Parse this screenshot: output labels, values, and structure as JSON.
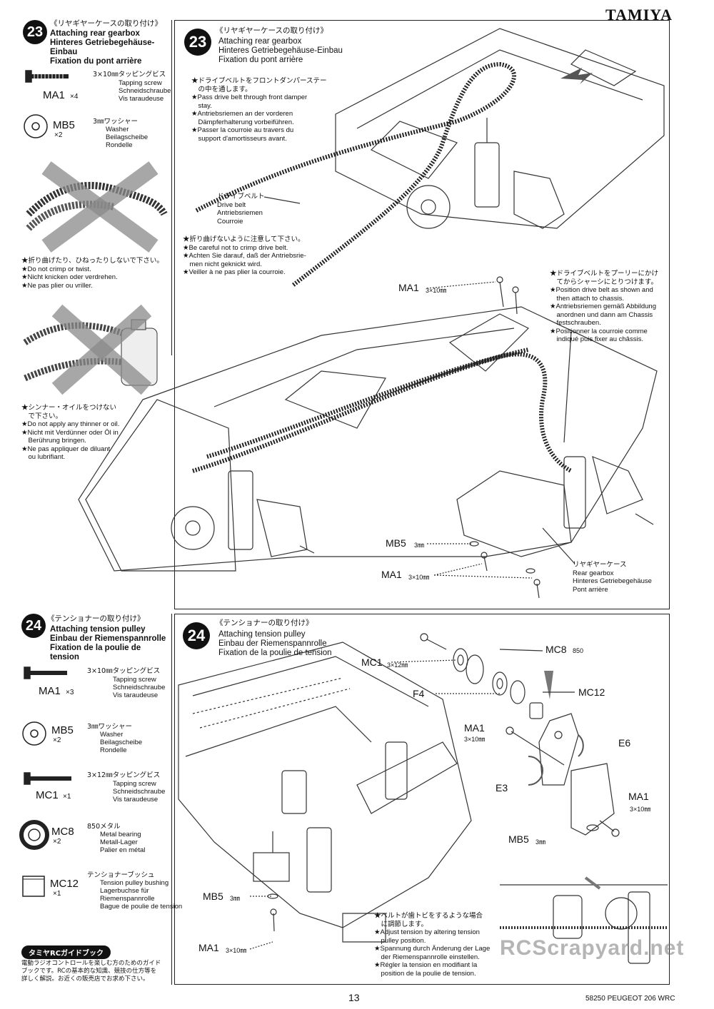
{
  "brand": "TAMIYA",
  "page_number": "13",
  "footer": "58250 PEUGEOT 206 WRC",
  "watermark": "RCScrapyard.net",
  "step23": {
    "number": "23",
    "title_jp": "《リヤギヤーケースの取り付け》",
    "title_en": "Attaching rear gearbox",
    "title_de": "Hinteres Getriebegehäuse-Einbau",
    "title_de_sidebar_1": "Hinteres Getriebegehäuse-",
    "title_de_sidebar_2": "Einbau",
    "title_fr": "Fixation du pont arrière",
    "parts": [
      {
        "code": "MA1",
        "qty": "×4",
        "spec_jp": "3×10㎜タッピングビス",
        "en": "Tapping screw",
        "de": "Schneidschraube",
        "fr": "Vis taraudeuse"
      },
      {
        "code": "MB5",
        "qty": "×2",
        "spec_jp": "3㎜ワッシャー",
        "en": "Washer",
        "de": "Beilagscheibe",
        "fr": "Rondelle"
      }
    ],
    "warn1": [
      "★折り曲げたり、ひねったりしないで下さい。",
      "★Do not crimp or twist.",
      "★Nicht knicken oder verdrehen.",
      "★Ne pas plier ou vriller."
    ],
    "warn2": [
      "★シンナー・オイルをつけない",
      "　で下さい。",
      "★Do not apply any thinner or oil.",
      "★Nicht mit Verdünner oder Öl in",
      "　Berührung bringen.",
      "★Ne pas appliquer de diluant",
      "　ou lubrifiant."
    ],
    "note_drive": [
      "★ドライブベルトをフロントダンパーステー",
      "　の中を通します。",
      "★Pass drive belt through front damper",
      "　stay.",
      "★Antriebsriemen an der vorderen",
      "　Dämpferhalterung vorbeiführen.",
      "★Passer la courroie au travers du",
      "　support d'amortisseurs avant."
    ],
    "label_belt": [
      "ドライブベルト",
      "Drive belt",
      "Antriebsriemen",
      "Courroie"
    ],
    "note_crimp": [
      "★折り曲げないように注意して下さい。",
      "★Be careful not to crimp drive belt.",
      "★Achten Sie darauf, daß der Antriebsrie-",
      "　men nicht geknickt wird.",
      "★Veiller à ne pas plier la courroie."
    ],
    "note_position": [
      "★ドライブベルトをプーリーにかけ",
      "　てからシャーシにとりつけます。",
      "★Position drive belt as shown and",
      "　then attach to chassis.",
      "★Antriebsriemen gemäß Abbildung",
      "　anordnen und dann am Chassis",
      "　festschrauben.",
      "★Positionner la courroie comme",
      "　indiqué puis fixer au châssis."
    ],
    "label_gearbox": [
      "リヤギヤーケース",
      "Rear gearbox",
      "Hinteres Getriebegehäuse",
      "Pont arrière"
    ],
    "callouts": {
      "ma1": "MA1",
      "ma1_spec": "3×10㎜",
      "mb5": "MB5",
      "mb5_spec": "3㎜"
    }
  },
  "step24": {
    "number": "24",
    "title_jp": "《テンショナーの取り付け》",
    "title_en": "Attaching tension pulley",
    "title_de": "Einbau der Riemenspannrolle",
    "title_fr": "Fixation de la poulie de tension",
    "title_fr_sidebar_1": "Fixation de la poulie de",
    "title_fr_sidebar_2": "tension",
    "parts": [
      {
        "code": "MA1",
        "qty": "×3",
        "spec_jp": "3×10㎜タッピングビス",
        "en": "Tapping screw",
        "de": "Schneidschraube",
        "fr": "Vis taraudeuse"
      },
      {
        "code": "MB5",
        "qty": "×2",
        "spec_jp": "3㎜ワッシャー",
        "en": "Washer",
        "de": "Beilagscheibe",
        "fr": "Rondelle"
      },
      {
        "code": "MC1",
        "qty": "×1",
        "spec_jp": "3×12㎜タッピングビス",
        "en": "Tapping screw",
        "de": "Schneidschraube",
        "fr": "Vis taraudeuse"
      },
      {
        "code": "MC8",
        "qty": "×2",
        "spec_jp": "850メタル",
        "en": "Metal bearing",
        "de": "Metall-Lager",
        "fr": "Palier en métal"
      },
      {
        "code": "MC12",
        "qty": "×1",
        "spec_jp": "テンショナーブッシュ",
        "en": "Tension pulley bushing",
        "de": "Lagerbuchse für",
        "de2": "Riemenspannrolle",
        "fr": "Bague de poulie de tension"
      }
    ],
    "callouts": {
      "mc1": "MC1",
      "mc1_spec": "3×12㎜",
      "mc8": "MC8",
      "mc8_spec": "850",
      "f4": "F4",
      "mc12": "MC12",
      "ma1": "MA1",
      "ma1_spec": "3×10㎜",
      "e6": "E6",
      "e3": "E3",
      "mb5": "MB5",
      "mb5_spec": "3㎜"
    },
    "note_tension": [
      "★ベルトが歯トビをするような場合",
      "　に調節します。",
      "★Adjust tension by altering tension",
      "　pulley position.",
      "★Spannung durch Änderung der Lage",
      "　der Riemenspannrolle einstellen.",
      "★Régler la tension en modifiant la",
      "　position de la poulie de tension."
    ]
  },
  "guidebook": {
    "title": "タミヤRCガイドブック",
    "text": [
      "電動ラジオコントロールを楽しむ方のためのガイド",
      "ブックです。RCの基本的な知識、競技の仕方等を",
      "詳しく解説。お近くの販売店でお求め下さい。"
    ]
  }
}
